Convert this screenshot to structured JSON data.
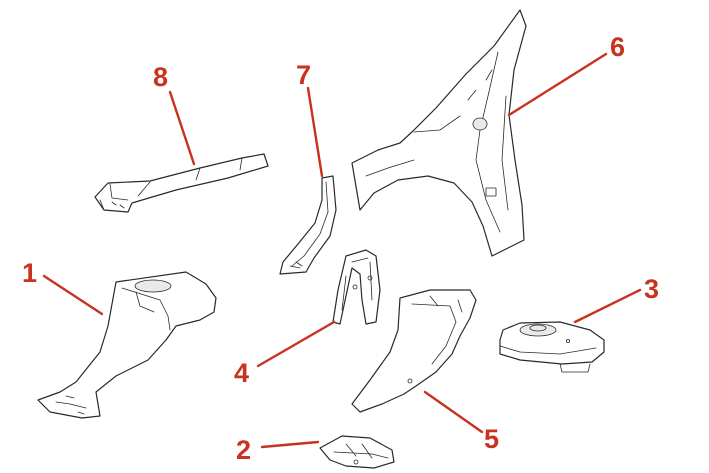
{
  "diagram": {
    "accent_color": "#c8321e",
    "callouts": [
      {
        "id": "1",
        "label": "1"
      },
      {
        "id": "2",
        "label": "2"
      },
      {
        "id": "3",
        "label": "3"
      },
      {
        "id": "4",
        "label": "4"
      },
      {
        "id": "5",
        "label": "5"
      },
      {
        "id": "6",
        "label": "6"
      },
      {
        "id": "7",
        "label": "7"
      },
      {
        "id": "8",
        "label": "8"
      }
    ]
  }
}
